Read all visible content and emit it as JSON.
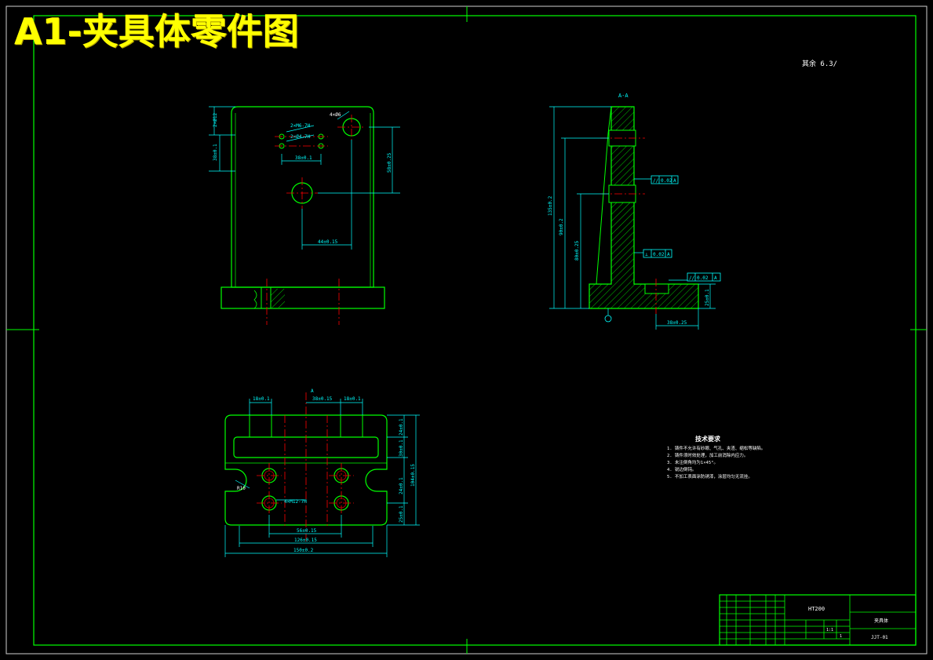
{
  "page_title": "A1-夹具体零件图",
  "views": {
    "front": {
      "dims": {
        "top_left_v": "2×Ø12",
        "left_v": "38±0.1",
        "holes_a": "2×M6-7H",
        "holes_b": "2×Ø4-7H",
        "horiz_38": "38±0.1",
        "right_v": "58±0.25",
        "bottom_h": "44±0.15",
        "corner": "4×Ø6"
      }
    },
    "section": {
      "label": "A-A",
      "dims": {
        "total_h": "135±0.2",
        "h2": "90±0.2",
        "h3": "80±0.25",
        "right_v": "25±0.1",
        "bottom_h": "38±0.25"
      },
      "tolerances": [
        {
          "symbol": "//",
          "value": "0.02",
          "datum": "A"
        },
        {
          "symbol": "⊥",
          "value": "0.02",
          "datum": "A"
        },
        {
          "symbol": "//",
          "value": "0.02",
          "datum": "A"
        }
      ]
    },
    "top": {
      "label": "A",
      "dims": {
        "d1": "18±0.1",
        "d2": "38±0.15",
        "d3": "18±0.1",
        "holes": "4×M12-7H",
        "h1": "56±0.15",
        "h2": "126±0.15",
        "h3": "150±0.2",
        "rv1": "24±0.1",
        "rv2": "30±0.1",
        "rv3": "24±0.1",
        "rv4": "25±0.1",
        "rv_total": "104±0.15",
        "radius": "R10"
      }
    }
  },
  "surface_note": "其余 6.3/",
  "tech_req": {
    "title": "技术要求",
    "items": [
      "1. 铸件不允许有砂眼、气孔、夹渣、缩松等缺陷。",
      "2. 铸件须时效处理，加工前消除内应力。",
      "3. 未注倒角均为1×45°。",
      "4. 锐边倒钝。",
      "5. 不加工表面涂防锈漆，涂层均匀无流挂。"
    ]
  },
  "title_block": {
    "material": "HT200",
    "part_name": "夹具体",
    "drawing_no": "JJT-01",
    "scale": "1:1",
    "qty": "1"
  },
  "colors": {
    "frame": "#00ff00",
    "dim": "#00ffff",
    "center": "#ff0000",
    "text_white": "#ffffff",
    "title": "#ffff00"
  }
}
